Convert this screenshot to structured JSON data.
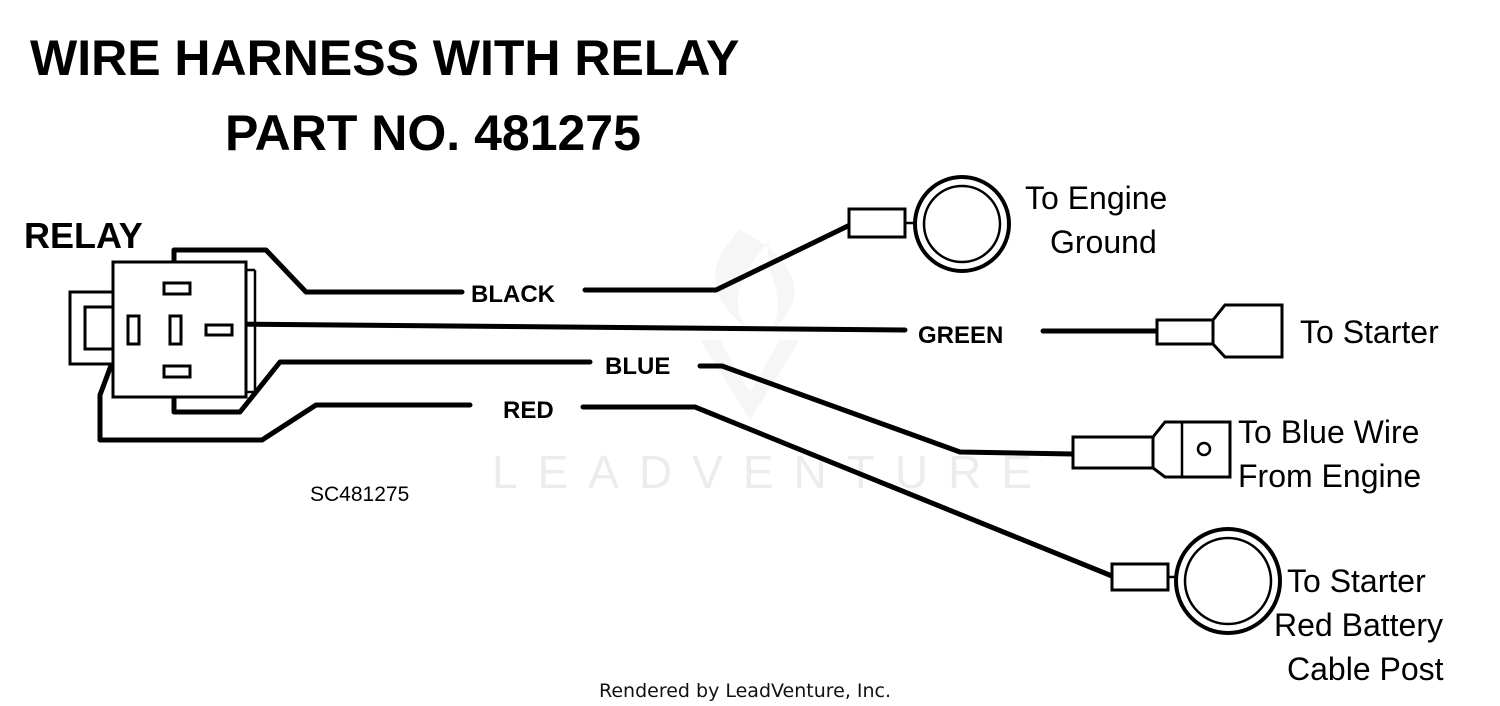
{
  "title": {
    "line1": "WIRE HARNESS WITH RELAY",
    "line2": "PART NO. 481275"
  },
  "relay": {
    "label": "RELAY"
  },
  "wires": {
    "black": "BLACK",
    "green": "GREEN",
    "blue": "BLUE",
    "red": "RED"
  },
  "destinations": {
    "engine_ground": [
      "To Engine",
      "Ground"
    ],
    "starter": [
      "To Starter"
    ],
    "blue_wire": [
      "To Blue Wire",
      "From Engine"
    ],
    "battery_post": [
      "To Starter",
      "Red Battery",
      "Cable Post"
    ]
  },
  "diagram_code": "SC481275",
  "watermark": "LEADVENTURE",
  "credit": "Rendered by LeadVenture, Inc."
}
